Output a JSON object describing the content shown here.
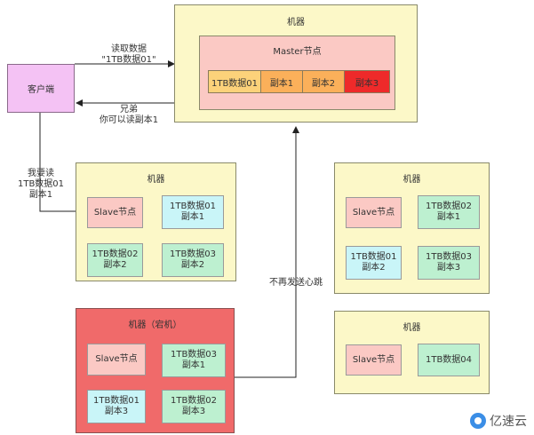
{
  "top_machine": {
    "title": "机器",
    "master_title": "Master节点",
    "segments": [
      "1TB数据01",
      "副本1",
      "副本2",
      "副本3"
    ]
  },
  "client": {
    "label": "客户端",
    "read_request": [
      "读取数据",
      "\"1TB数据01\""
    ],
    "reply": [
      "兄弟",
      "你可以读副本1"
    ],
    "read_replica": [
      "我要读",
      "1TB数据01",
      "副本1"
    ]
  },
  "heartbeat_label": "不再发送心跳",
  "machine_a": {
    "title": "机器",
    "cards": [
      [
        "Slave节点"
      ],
      [
        "1TB数据01",
        "副本1"
      ],
      [
        "1TB数据02",
        "副本2"
      ],
      [
        "1TB数据03",
        "副本2"
      ]
    ]
  },
  "machine_b": {
    "title": "机器",
    "cards": [
      [
        "Slave节点"
      ],
      [
        "1TB数据02",
        "副本1"
      ],
      [
        "1TB数据01",
        "副本2"
      ],
      [
        "1TB数据03",
        "副本3"
      ]
    ]
  },
  "machine_down": {
    "title": "机器（宕机）",
    "cards": [
      [
        "Slave节点"
      ],
      [
        "1TB数据03",
        "副本1"
      ],
      [
        "1TB数据01",
        "副本3"
      ],
      [
        "1TB数据02",
        "副本3"
      ]
    ]
  },
  "machine_c": {
    "title": "机器",
    "cards": [
      [
        "Slave节点"
      ],
      [
        "1TB数据04"
      ]
    ]
  },
  "watermark": "亿速云",
  "colors": {
    "machine_bg": "#fcf8c8",
    "machine_down_bg": "#f06a6a",
    "slave": "#fbc9c4",
    "data_cyan": "#c9f5f8",
    "data_green": "#bdf0d0",
    "seg_data": "#fcd27a",
    "seg_replica1": "#fbb05a",
    "seg_replica2": "#fbb05a",
    "seg_replica3": "#ee2a2a",
    "client": "#f4c2f4"
  }
}
